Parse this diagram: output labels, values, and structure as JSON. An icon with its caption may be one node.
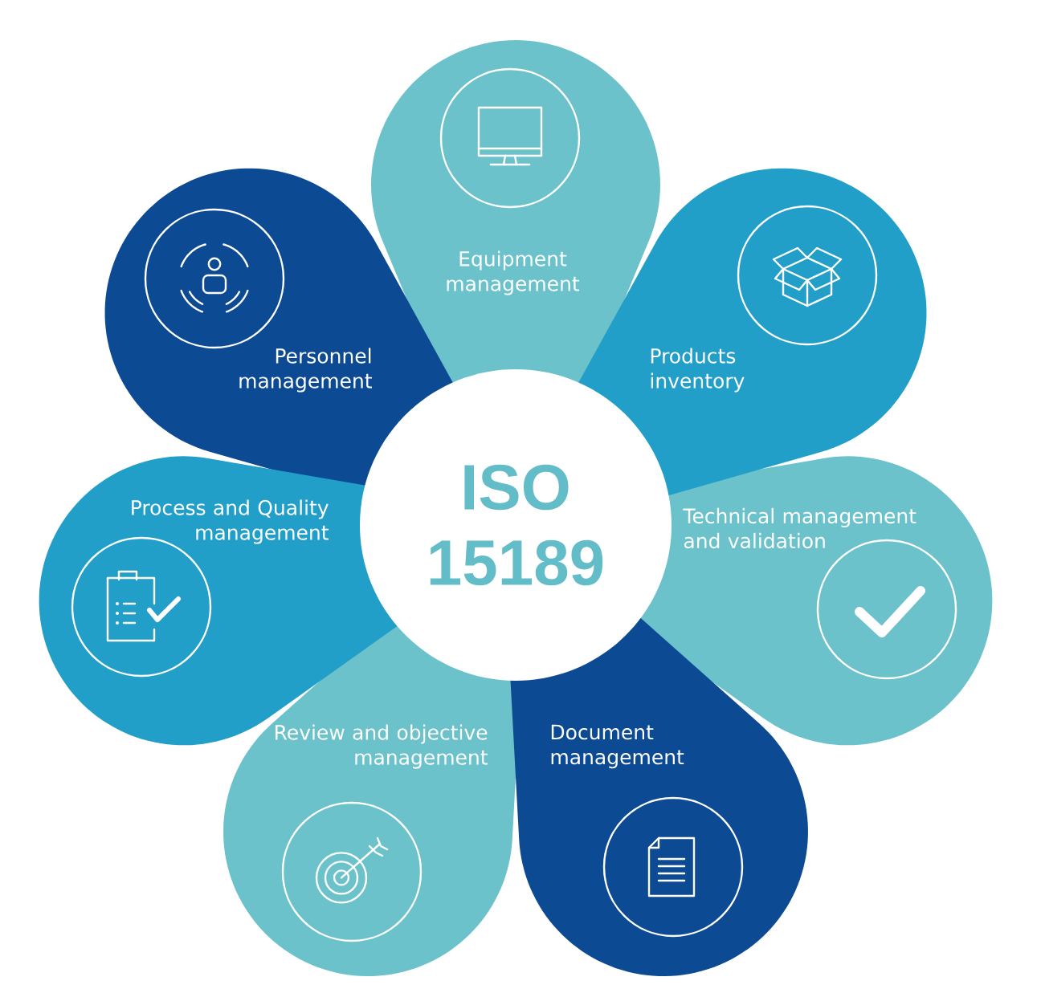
{
  "diagram": {
    "nodes": [
      {
        "text": [
          "Equipment management"
        ]
      },
      {
        "text": [
          "Personnel management"
        ]
      },
      {
        "text": [
          "Products inventory"
        ]
      },
      {
        "text": [
          "ISO 15189"
        ]
      },
      {
        "text": [
          "Process and Quality management"
        ]
      },
      {
        "text": [
          "Technical management and validation"
        ]
      },
      {
        "text": [
          "Review and objective management"
        ]
      },
      {
        "text": [
          "Document management"
        ]
      }
    ]
  }
}
